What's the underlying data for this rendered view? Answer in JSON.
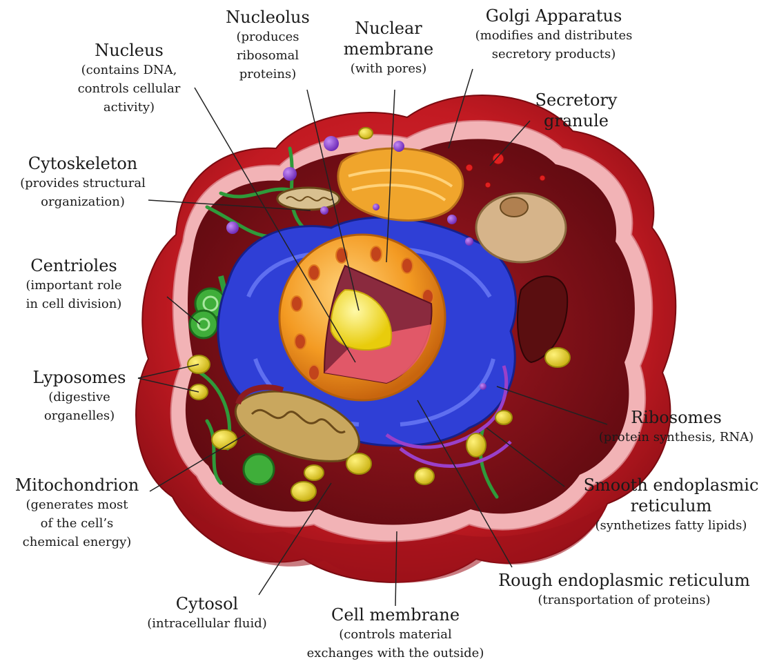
{
  "labels": {
    "nucleus": {
      "title": "Nucleus",
      "desc_1": "(contains DNA,",
      "desc_2": "controls cellular",
      "desc_3": "activity)"
    },
    "nucleolus": {
      "title": "Nucleolus",
      "desc_1": "(produces",
      "desc_2": "ribosomal",
      "desc_3": "proteins)"
    },
    "nuclear_membrane": {
      "title_1": "Nuclear",
      "title_2": "membrane",
      "desc_1": "(with pores)"
    },
    "golgi": {
      "title": "Golgi Apparatus",
      "desc_1": "(modifies and distributes",
      "desc_2": "secretory products)"
    },
    "secretory_granule": {
      "title_1": "Secretory",
      "title_2": "granule"
    },
    "cytoskeleton": {
      "title": "Cytoskeleton",
      "desc_1": "(provides structural",
      "desc_2": "organization)"
    },
    "centrioles": {
      "title": "Centrioles",
      "desc_1": "(important role",
      "desc_2": "in cell division)"
    },
    "lyposomes": {
      "title": "Lyposomes",
      "desc_1": "(digestive",
      "desc_2": "organelles)"
    },
    "mitochondrion": {
      "title": "Mitochondrion",
      "desc_1": "(generates most",
      "desc_2": "of the cell’s",
      "desc_3": "chemical energy)"
    },
    "cytosol": {
      "title": "Cytosol",
      "desc_1": "(intracellular fluid)"
    },
    "cell_membrane": {
      "title": "Cell membrane",
      "desc_1": "(controls material",
      "desc_2": "exchanges with the outside)"
    },
    "ribosomes": {
      "title": "Ribosomes",
      "desc_1": "(protein synthesis, RNA)"
    },
    "smooth_er": {
      "title_1": "Smooth endoplasmic",
      "title_2": "reticulum",
      "desc_1": "(synthetizes fatty lipids)"
    },
    "rough_er": {
      "title": "Rough endoplasmic reticulum",
      "desc_1": "(transportation of proteins)"
    }
  },
  "colors": {
    "cell_membrane": "#c21a22",
    "cytoplasm": "#7a0f16",
    "nucleus": "#f39a22",
    "nucleolus": "#f6e21a",
    "rough_er": "#2f3fd6",
    "golgi": "#f0a52c",
    "mitochondrion": "#c9a75e",
    "lyposome": "#e6d21c",
    "centriole": "#3fae3a",
    "ribosome": "#8a3fd1",
    "leader_line": "#222222"
  }
}
